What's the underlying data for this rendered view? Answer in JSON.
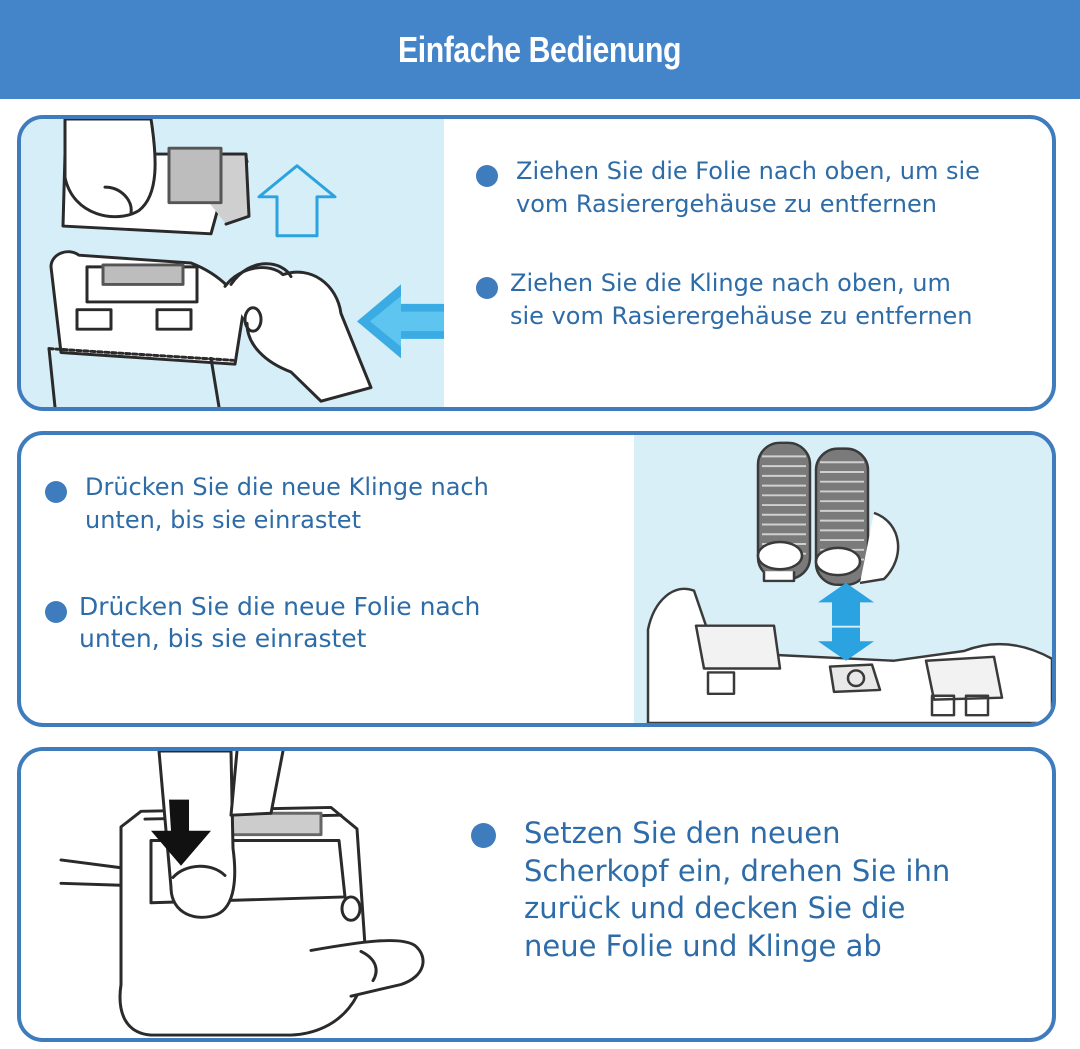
{
  "header": {
    "title": "Einfache Bedienung"
  },
  "colors": {
    "header_bg": "#4385c8",
    "accent": "#3f7cbd",
    "text": "#2e6ca8",
    "illustration_bg": "#d6eef7",
    "arrow_blue": "#2aa3e0"
  },
  "steps": [
    {
      "illustration": "foil-and-blade-removal-illustration",
      "bullets": [
        {
          "line1": "Ziehen Sie die Folie nach oben, um sie",
          "line2": "vom Rasierergehäuse zu entfernen"
        },
        {
          "line1": "Ziehen Sie die Klinge nach oben, um",
          "line2": "sie vom Rasierergehäuse zu entfernen"
        }
      ]
    },
    {
      "illustration": "blade-insertion-illustration",
      "bullets": [
        {
          "line1": "Drücken Sie die neue Klinge nach",
          "line2": "unten, bis sie einrastet"
        },
        {
          "line1": "Drücken Sie die neue Folie nach",
          "line2": "unten, bis sie einrastet"
        }
      ]
    },
    {
      "illustration": "head-attach-illustration",
      "bullets": [
        {
          "line1": "Setzen Sie den neuen",
          "line2": "Scherkopf ein, drehen Sie ihn",
          "line3": "zurück und decken Sie die",
          "line4": "neue Folie und Klinge ab"
        }
      ]
    }
  ]
}
